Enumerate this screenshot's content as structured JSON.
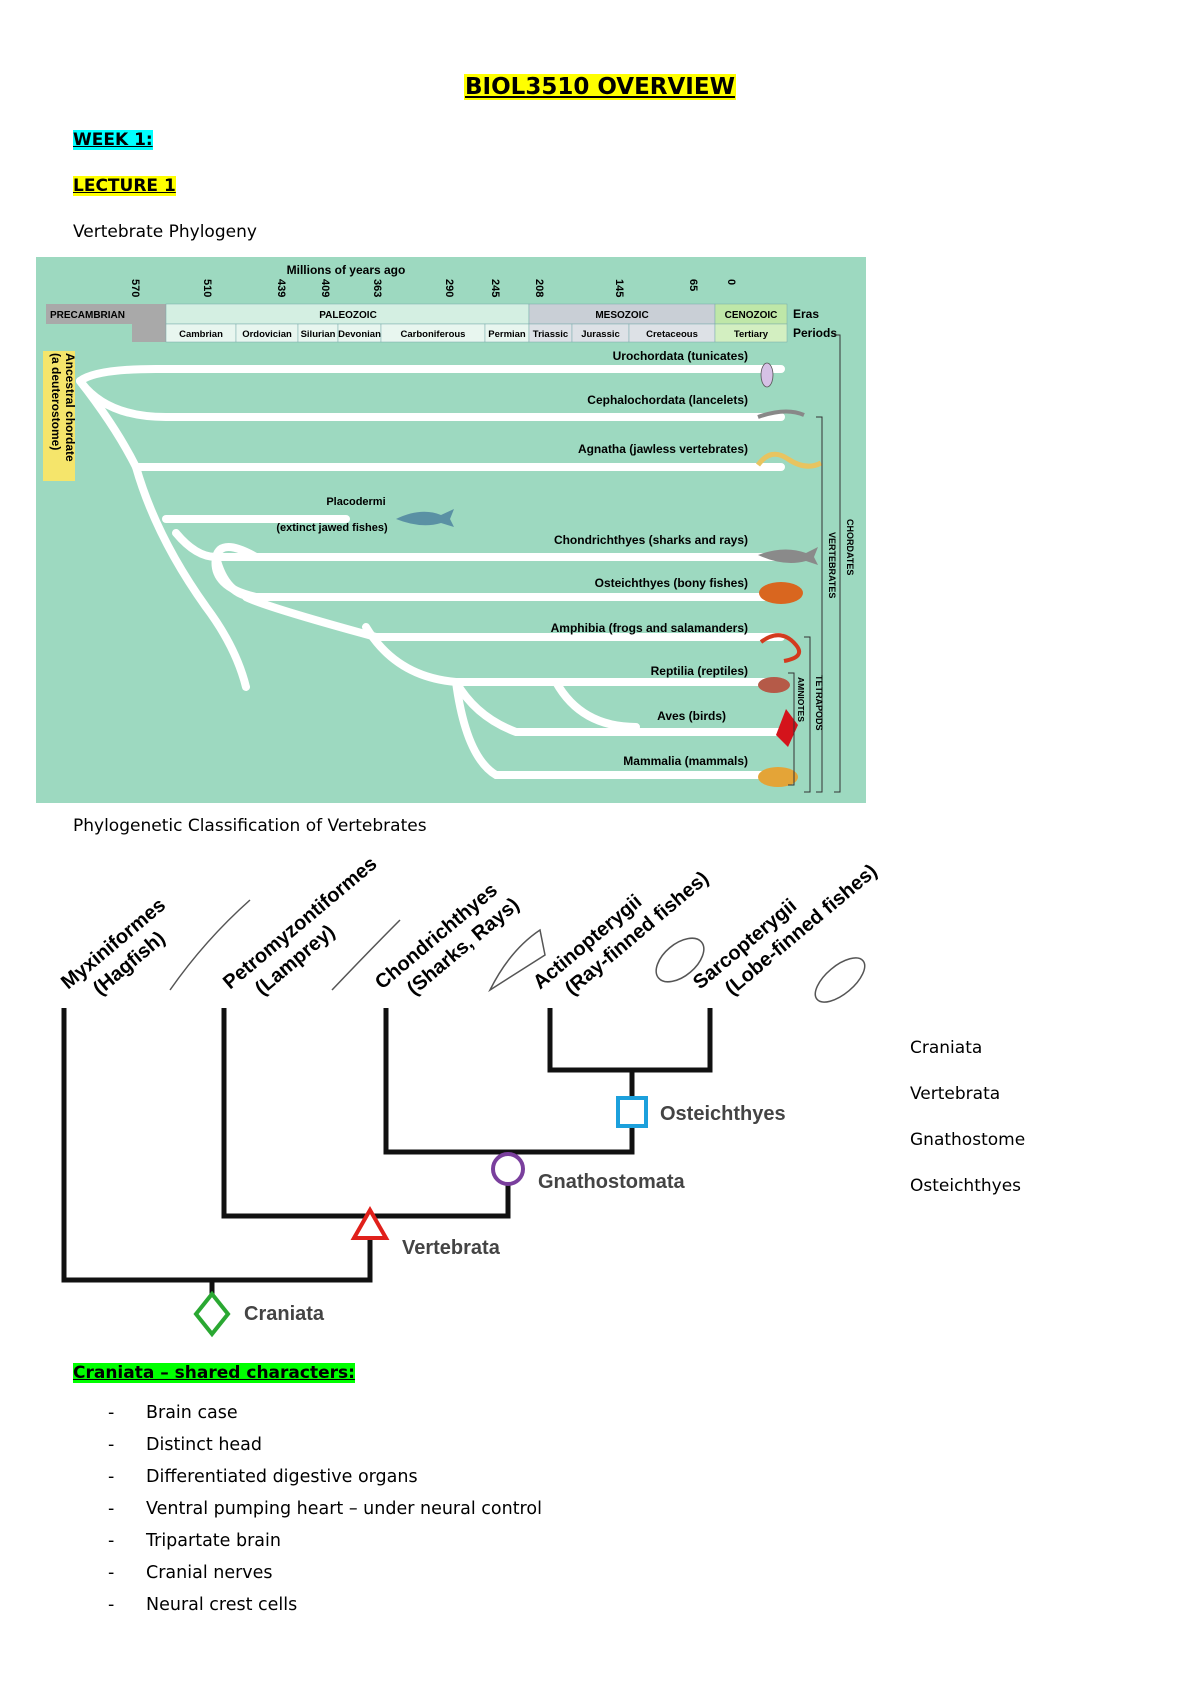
{
  "title": "BIOL3510 OVERVIEW",
  "week": "WEEK 1:",
  "lecture": "LECTURE 1",
  "section1_title": "Vertebrate Phylogeny",
  "timeline": {
    "axis_title": "Millions of years ago",
    "ticks": [
      "570",
      "510",
      "439",
      "409",
      "363",
      "290",
      "245",
      "208",
      "145",
      "65",
      "0"
    ],
    "eras": [
      "PRECAMBRIAN",
      "PALEOZOIC",
      "MESOZOIC",
      "CENOZOIC"
    ],
    "eras_label": "Eras",
    "periods": [
      "Cambrian",
      "Ordovician",
      "Silurian",
      "Devonian",
      "Carboniferous",
      "Permian",
      "Triassic",
      "Jurassic",
      "Cretaceous",
      "Tertiary"
    ],
    "periods_label": "Periods",
    "ancestor_line1": "Ancestral chordate",
    "ancestor_line2": "(a deuterostome)",
    "taxa": [
      "Urochordata (tunicates)",
      "Cephalochordata (lancelets)",
      "Agnatha (jawless vertebrates)",
      "Chondrichthyes (sharks and rays)",
      "Osteichthyes (bony fishes)",
      "Amphibia (frogs and salamanders)",
      "Reptilia (reptiles)",
      "Aves (birds)",
      "Mammalia (mammals)"
    ],
    "placodermi": "Placodermi",
    "placodermi_note": "(extinct jawed fishes)",
    "groups": [
      "CHORDATES",
      "VERTEBRATES",
      "TETRAPODS",
      "AMNIOTES"
    ],
    "colors": {
      "background": "#9dd9c0",
      "branch": "#ffffff",
      "paleozoic": "#d4efe2",
      "mesozoic": "#c9cfd6",
      "cenozoic": "#bfe7a8",
      "ancestor": "#f5e56b"
    }
  },
  "section2_title": "Phylogenetic Classification of Vertebrates",
  "cladogram": {
    "taxa": [
      {
        "name": "Myxiniformes",
        "common": "(Hagfish)"
      },
      {
        "name": "Petromyzontiformes",
        "common": "(Lamprey)"
      },
      {
        "name": "Chondrichthyes",
        "common": "(Sharks, Rays)"
      },
      {
        "name": "Actinopterygii",
        "common": "(Ray-finned fishes)"
      },
      {
        "name": "Sarcopterygii",
        "common": "(Lobe-finned fishes)"
      }
    ],
    "nodes": [
      {
        "label": "Osteichthyes",
        "shape": "square",
        "color": "#1ca0dc"
      },
      {
        "label": "Gnathostomata",
        "shape": "circle",
        "color": "#7a3f9d"
      },
      {
        "label": "Vertebrata",
        "shape": "triangle",
        "color": "#e0201b"
      },
      {
        "label": "Craniata",
        "shape": "diamond",
        "color": "#2aa832"
      }
    ]
  },
  "side_list": [
    "Craniata",
    "Vertebrata",
    "Gnathostome",
    "Osteichthyes"
  ],
  "characters_heading": "Craniata – shared characters:",
  "characters": [
    "Brain case",
    "Distinct head",
    "Differentiated digestive organs",
    "Ventral pumping heart – under neural control",
    "Tripartate brain",
    "Cranial nerves",
    "Neural crest cells"
  ]
}
